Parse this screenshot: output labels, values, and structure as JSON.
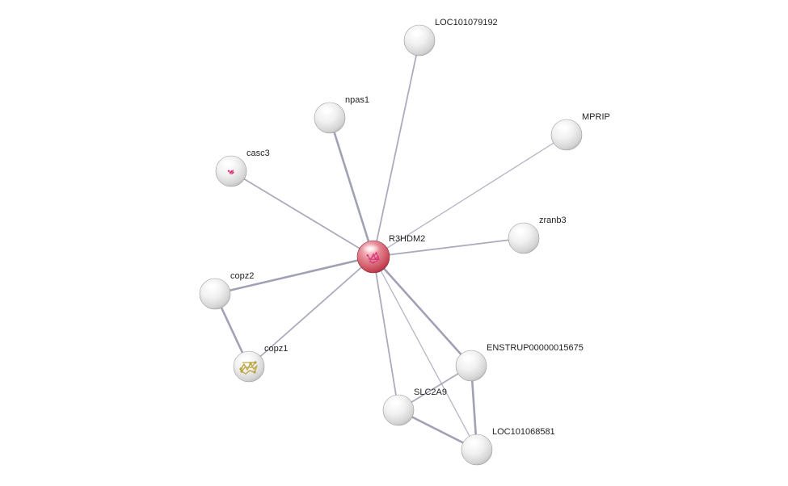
{
  "network": {
    "nodes": [
      {
        "id": "r3hdm2",
        "label": "R3HDM2",
        "query": true,
        "structure": "pink"
      },
      {
        "id": "loc101079192",
        "label": "LOC101079192"
      },
      {
        "id": "npas1",
        "label": "npas1"
      },
      {
        "id": "mprip",
        "label": "MPRIP"
      },
      {
        "id": "casc3",
        "label": "casc3",
        "structure": "pink-small"
      },
      {
        "id": "zranb3",
        "label": "zranb3"
      },
      {
        "id": "copz2",
        "label": "copz2"
      },
      {
        "id": "copz1",
        "label": "copz1",
        "structure": "gold"
      },
      {
        "id": "enstrup",
        "label": "ENSTRUP00000015675"
      },
      {
        "id": "slc2a9",
        "label": "SLC2A9"
      },
      {
        "id": "loc101068581",
        "label": "LOC101068581"
      }
    ],
    "edges": [
      {
        "from": "r3hdm2",
        "to": "loc101079192",
        "strength": "medium"
      },
      {
        "from": "r3hdm2",
        "to": "npas1",
        "strength": "strong"
      },
      {
        "from": "r3hdm2",
        "to": "mprip",
        "strength": "weak"
      },
      {
        "from": "r3hdm2",
        "to": "casc3",
        "strength": "medium"
      },
      {
        "from": "r3hdm2",
        "to": "zranb3",
        "strength": "medium"
      },
      {
        "from": "r3hdm2",
        "to": "copz2",
        "strength": "strong"
      },
      {
        "from": "r3hdm2",
        "to": "copz1",
        "strength": "medium"
      },
      {
        "from": "r3hdm2",
        "to": "enstrup",
        "strength": "strong"
      },
      {
        "from": "r3hdm2",
        "to": "slc2a9",
        "strength": "medium"
      },
      {
        "from": "r3hdm2",
        "to": "loc101068581",
        "strength": "weak"
      },
      {
        "from": "copz2",
        "to": "copz1",
        "strength": "strong"
      },
      {
        "from": "enstrup",
        "to": "slc2a9",
        "strength": "medium"
      },
      {
        "from": "enstrup",
        "to": "loc101068581",
        "strength": "strong"
      },
      {
        "from": "slc2a9",
        "to": "loc101068581",
        "strength": "strong"
      }
    ],
    "colors": {
      "edge": "#9c9cb2",
      "node_fill": "#e6e6e6",
      "query_node_fill": "#d9606e",
      "structure_pink": "#d6307a",
      "structure_gold": "#b8a23a",
      "label": "#222222"
    }
  }
}
